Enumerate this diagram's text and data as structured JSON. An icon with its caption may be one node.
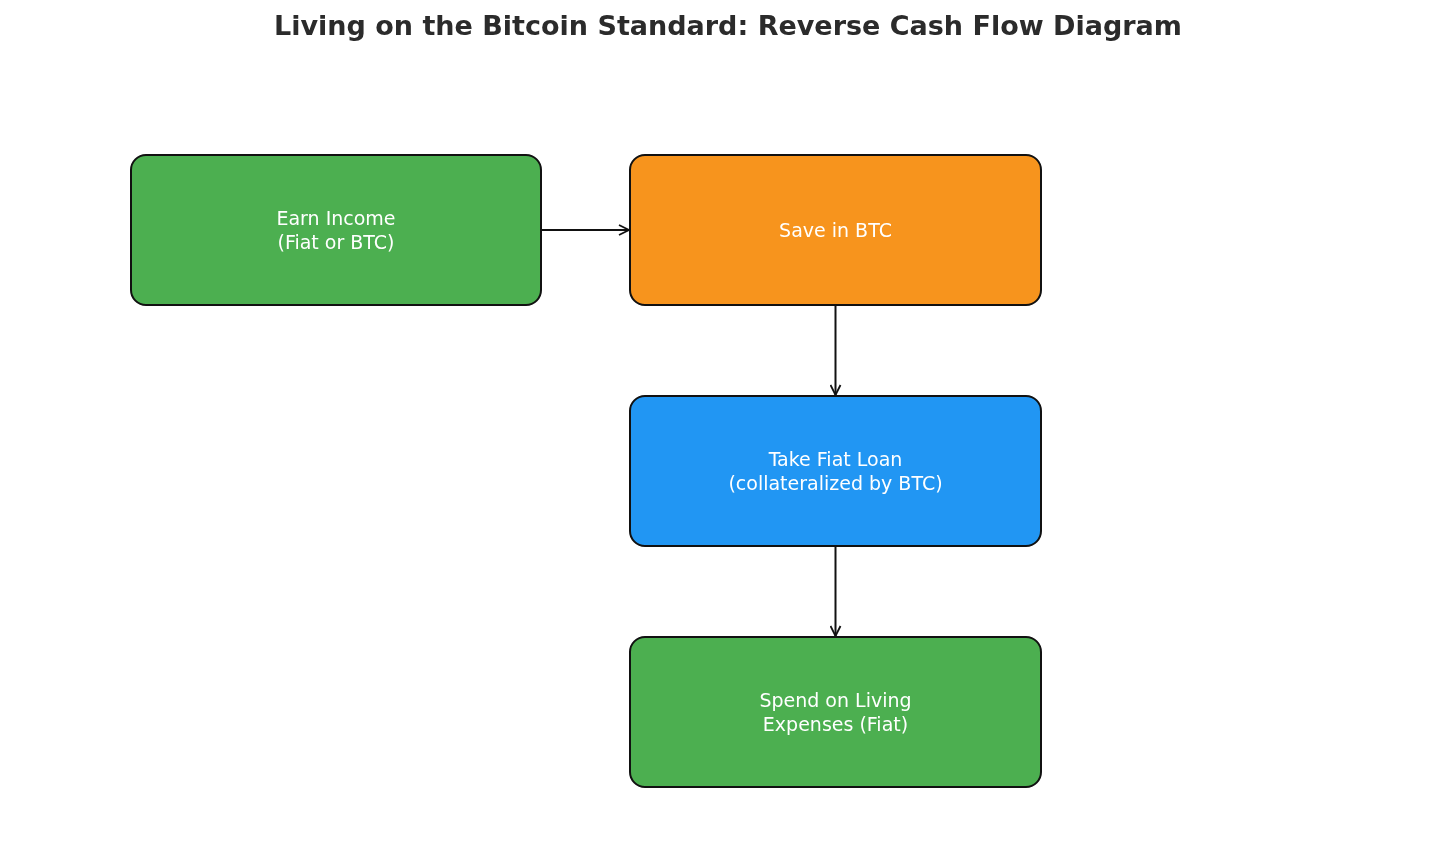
{
  "diagram": {
    "title": "Living on the Bitcoin Standard: Reverse Cash Flow Diagram",
    "nodes": [
      {
        "text": [
          "Earn Income (Fiat or BTC)"
        ]
      },
      {
        "text": [
          "Save in BTC"
        ]
      },
      {
        "text": [
          "Take Fiat Loan (collateralized by BTC)"
        ]
      },
      {
        "text": [
          "Spend on Living Expenses (Fiat)"
        ]
      }
    ],
    "edges": [
      {
        "from": 0,
        "to": 1,
        "arrow": "to"
      },
      {
        "from": 1,
        "to": 2,
        "arrow": "to"
      },
      {
        "from": 2,
        "to": 3,
        "arrow": "to"
      }
    ]
  }
}
